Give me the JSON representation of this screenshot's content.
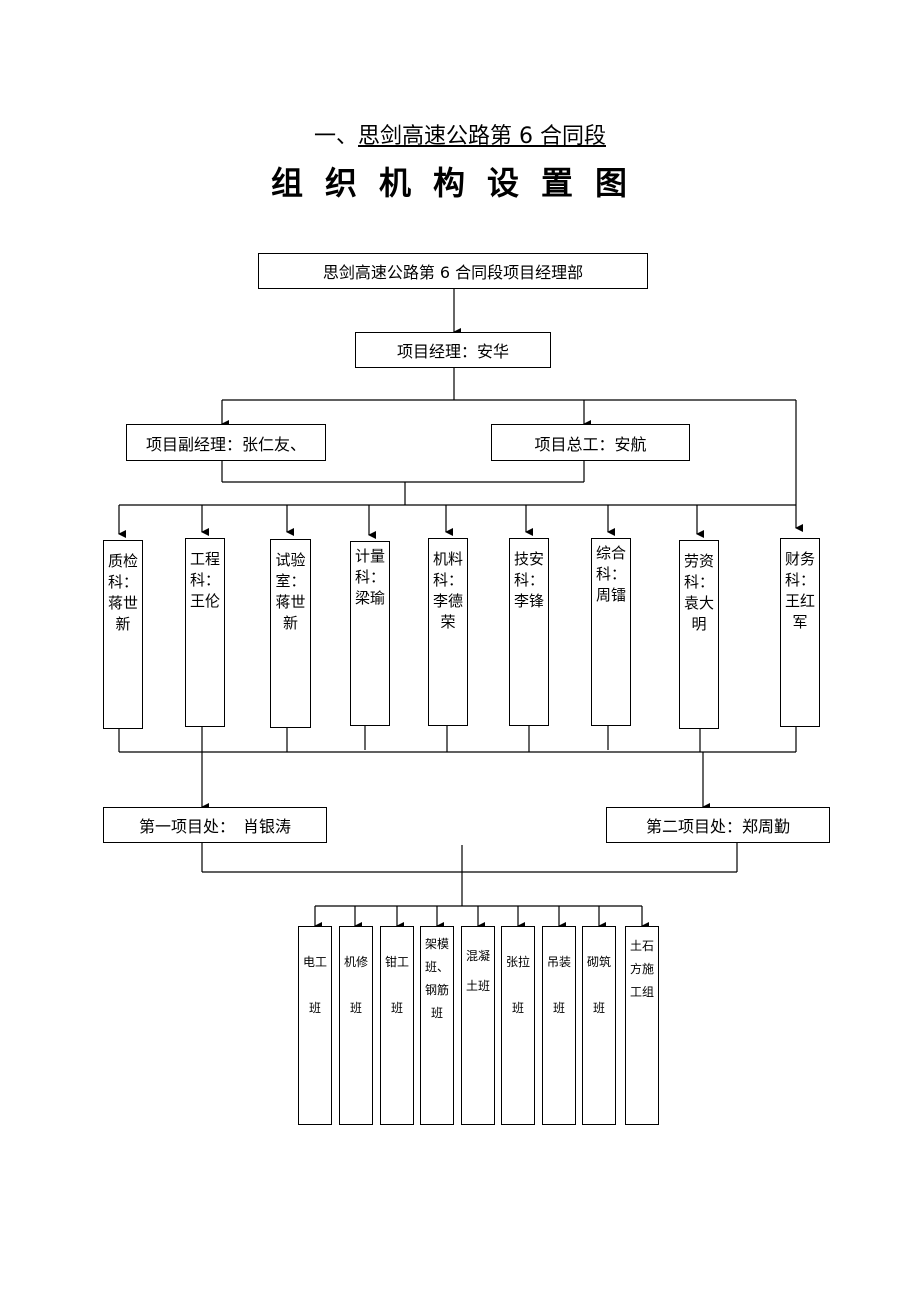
{
  "title": {
    "prefix": "一、",
    "main": "思剑高速公路第 6 合同段",
    "sub": "组织机构设置图"
  },
  "nodes": {
    "hq": "思剑高速公路第 6 合同段项目经理部",
    "pm": "项目经理：安华",
    "deputy": "项目副经理：张仁友、",
    "chief_engineer": "项目总工：安航",
    "office1": "第一项目处：　肖银涛",
    "office2": "第二项目处：郑周勤"
  },
  "departments": [
    "质检科：蒋世新",
    "工程科：王伦",
    "试验室：蒋世新",
    "计量科：梁瑜",
    "机料科：李德荣",
    "技安科：李锋",
    "综合科：周镭",
    "劳资科：袁大明",
    "财务科：王红军"
  ],
  "crews": [
    "电工班",
    "机修班",
    "钳工班",
    "架模班、钢筋班",
    "混凝土班",
    "张拉班",
    "吊装班",
    "砌筑班",
    "土石方施工组"
  ]
}
